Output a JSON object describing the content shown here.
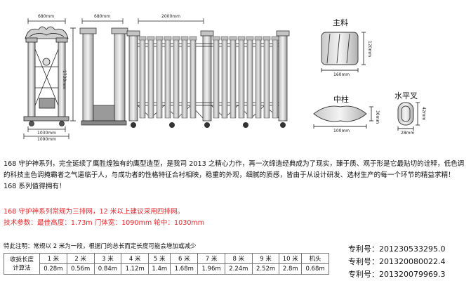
{
  "drawing": {
    "dim_side_top": "680mm",
    "dim_side_height": "1730mm",
    "dim_side_bottom1": "1030mm",
    "dim_side_bottom2": "1090mm",
    "dim_front_head": "680mm",
    "dim_front_span": "2000mm",
    "main_profile": {
      "title": "主料",
      "width": "160mm",
      "height": "120mm"
    },
    "middle_post": {
      "title": "中柱",
      "width": "100mm",
      "height": "30mm"
    },
    "cross_bar": {
      "title": "水平叉",
      "width": "28mm",
      "height": "42mm"
    }
  },
  "description": "168 守护神系列，完全延续了鹰胜煌独有的鹰型造型，是我司 2013 之精心力作，再一次缔造经典成为了现实，臻于质、观于形是它最贴切的诠释，低色调的科技主色调掩霸者之气逼临于人，与成功者的性格特征合衬相映，稳重的外观，细腻的质感，皆由于从设计研发、选材生产的每一个环节的精益求精！ 168 系列值得拥有！",
  "red_line1": "168 守护神系列常规为三排网，12 米以上建议采用四排网。",
  "red_line2": "技术参数：最佳高度：1.73m 门体宽：1090mm 轮中：1030mm",
  "note": "特此注明：常规以 2 米为一段，根据门的总长而定长度可能会增加或减少",
  "table": {
    "header_label": "收拢长度",
    "value_label": "计算法",
    "columns": [
      "1 米",
      "2 米",
      "3 米",
      "4 米",
      "5 米",
      "6 米",
      "7 米",
      "8 米",
      "9 米",
      "10 米",
      "机头"
    ],
    "values": [
      "0.28m",
      "0.56m",
      "0.84m",
      "1.12m",
      "1.4m",
      "1.68m",
      "1.96m",
      "2.24m",
      "2.52m",
      "2.8m",
      "0.68m"
    ]
  },
  "patents": [
    "专利号：201230533295.0",
    "专利号：201320080022.4",
    "专利号：201320079969.3"
  ]
}
